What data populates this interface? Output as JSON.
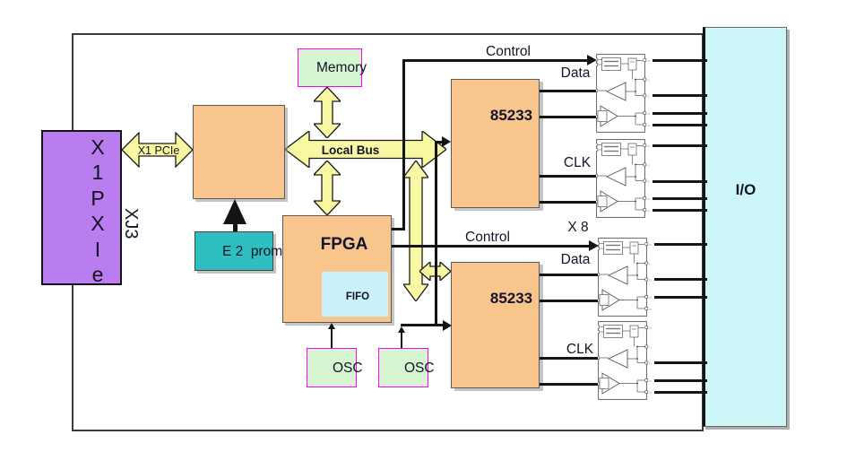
{
  "diagram": {
    "blocks": {
      "pxie": {
        "letters": [
          "X",
          "1",
          "P",
          "X",
          "I",
          "e"
        ],
        "connector_label": "XJ3"
      },
      "memory": {
        "label": "Memory"
      },
      "e2prom": {
        "label": "E 2  prom"
      },
      "fpga": {
        "label": "FPGA"
      },
      "fifo": {
        "label": "FIFO"
      },
      "osc1": {
        "label": "OSC"
      },
      "osc2": {
        "label": "OSC"
      },
      "serdes1": {
        "label": "85233"
      },
      "serdes2": {
        "label": "85233"
      },
      "io": {
        "label": "I/O"
      }
    },
    "buses": {
      "pcie": {
        "label": "X1 PCIe"
      },
      "local": {
        "label": "Local Bus"
      }
    },
    "signals": {
      "control_top": "Control",
      "data_top": "Data",
      "clk_top": "CLK",
      "control_bottom": "Control",
      "x8": "X 8",
      "data_bottom": "Data",
      "clk_bottom": "CLK"
    },
    "colors": {
      "orange": "#f8c68c",
      "purple": "#ba7df0",
      "teal": "#2fbfc0",
      "green": "#d5f6d0",
      "magenta": "#ff00ff",
      "io_cyan": "#cdf6f8",
      "fifo_cyan": "#c9f2fa",
      "bus_yellow": "#f8f8a2"
    }
  }
}
